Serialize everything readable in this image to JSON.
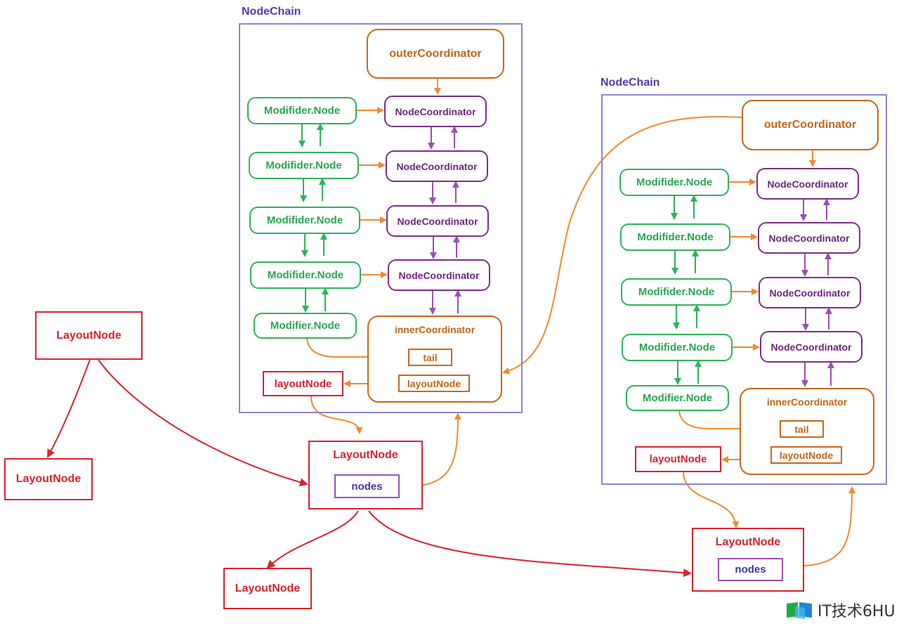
{
  "chains": [
    {
      "title": "NodeChain",
      "outer": "outerCoordinator",
      "modifiers": [
        "Modifider.Node",
        "Modifider.Node",
        "Modifider.Node",
        "Modifider.Node",
        "Modifier.Node"
      ],
      "coordinators": [
        "NodeCoordinator",
        "NodeCoordinator",
        "NodeCoordinator",
        "NodeCoordinator"
      ],
      "inner": "innerCoordinator",
      "tail": "tail",
      "inner_layoutnode": "layoutNode",
      "layoutnode_ref": "layoutNode"
    },
    {
      "title": "NodeChain",
      "outer": "outerCoordinator",
      "modifiers": [
        "Modifider.Node",
        "Modifider.Node",
        "Modifider.Node",
        "Modifider.Node",
        "Modifier.Node"
      ],
      "coordinators": [
        "NodeCoordinator",
        "NodeCoordinator",
        "NodeCoordinator",
        "NodeCoordinator"
      ],
      "inner": "innerCoordinator",
      "tail": "tail",
      "inner_layoutnode": "layoutNode",
      "layoutnode_ref": "layoutNode"
    }
  ],
  "layout_nodes": {
    "root": "LayoutNode",
    "left_child": "LayoutNode",
    "middle": "LayoutNode",
    "middle_nodes": "nodes",
    "bottom_child": "LayoutNode",
    "right": "LayoutNode",
    "right_nodes": "nodes"
  },
  "watermark": {
    "text": "IT技术6HU",
    "icon": "book-logo-icon"
  },
  "colors": {
    "modifier": "#2fb35a",
    "coordinator": "#7b2f8a",
    "outer_inner": "#c8681a",
    "layout_node": "#d9232e",
    "chain_border": "#8a86cf",
    "orange_arrow": "#f08a30"
  }
}
